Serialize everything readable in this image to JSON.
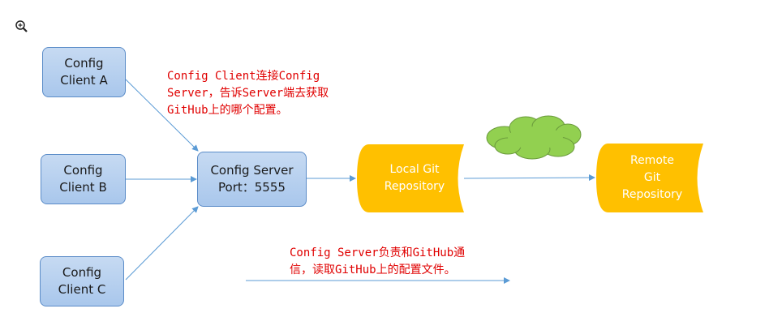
{
  "nodes": {
    "client_a": "Config\nClient A",
    "client_b": "Config\nClient B",
    "client_c": "Config\nClient C",
    "server": "Config Server\nPort：5555"
  },
  "repositories": {
    "local": "Local Git\nRepository",
    "remote": "Remote\nGit\nRepository"
  },
  "notes": {
    "client_to_server": "Config Client连接Config\nServer，告诉Server端去获取\nGitHub上的哪个配置。",
    "server_to_github": "Config Server负责和GitHub通\n信，读取GitHub上的配置文件。"
  },
  "colors": {
    "node_fill": "#b8d1f0",
    "node_border": "#5b8cc8",
    "repository_fill": "#ffc000",
    "cloud_fill": "#92d050",
    "edge": "#5b9bd5",
    "note_text": "#e00000"
  },
  "icons": {
    "zoom": "zoom-in-icon",
    "cloud": "cloud-icon"
  }
}
